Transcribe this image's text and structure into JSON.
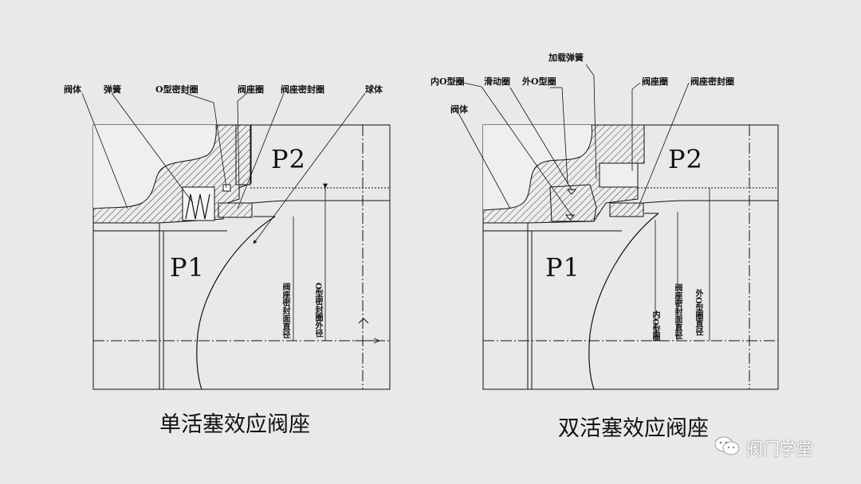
{
  "diagrams": {
    "single": {
      "caption": "单活塞效应阀座",
      "labels": {
        "body": "阀体",
        "spring": "弹簧",
        "o_ring": "O型密封圈",
        "seat_ring": "阀座圈",
        "seat_seal": "阀座密封圈",
        "ball": "球体",
        "p1": "P1",
        "p2": "P2",
        "seat_seal_diameter": "阀座密封面直径",
        "o_ring_outer_diameter": "O型密封圈外径"
      }
    },
    "double": {
      "caption": "双活塞效应阀座",
      "labels": {
        "inner_o_ring": "内O型圈",
        "sliding_ring": "滑动圈",
        "outer_o_ring": "外O型圈",
        "load_spring": "加载弹簧",
        "seat_ring": "阀座圈",
        "seat_seal": "阀座密封圈",
        "body": "阀体",
        "p1": "P1",
        "p2": "P2",
        "inner_o_ring_dim": "内O型圈",
        "seat_seal_diameter": "阀座密封面直径",
        "outer_o_ring_diameter": "外O型圈直径"
      }
    }
  },
  "watermark": {
    "icon": "wechat-icon",
    "text": "阀门学堂"
  },
  "colors": {
    "background": "#e9e9e9",
    "line": "#111111",
    "hatch": "#333333"
  }
}
